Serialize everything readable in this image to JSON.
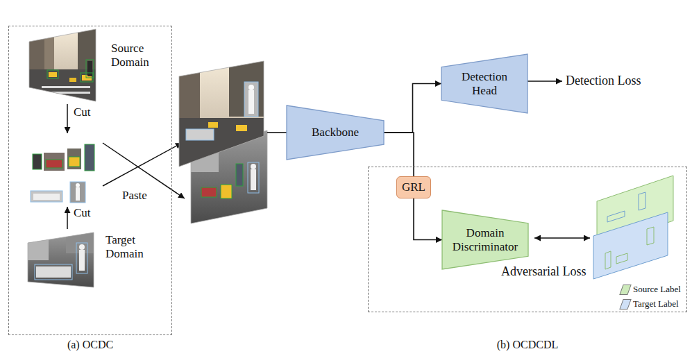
{
  "diagram": {
    "nodes": [
      {
        "text": [
          "(a) OCDC"
        ]
      },
      {
        "text": [
          "(b) OCDCDL"
        ]
      },
      {
        "text": [
          "Backbone"
        ]
      },
      {
        "text": [
          "Detection Head"
        ]
      },
      {
        "text": [
          "GRL"
        ],
        "in": 1
      },
      {
        "text": [
          "Domain Discriminator"
        ],
        "in": 1
      }
    ],
    "edges": [
      {
        "from": 2,
        "to": 3,
        "arrow": "to"
      },
      {
        "from": 2,
        "to": 4,
        "arrow": "none"
      },
      {
        "from": 4,
        "to": 5,
        "arrow": "to"
      }
    ],
    "labels": [
      "Source Domain",
      "Cut",
      "Cut",
      "Paste",
      "Target Domain",
      "Detection Loss",
      "Adversarial Loss"
    ],
    "legend": [
      {
        "text": "Source Label",
        "color": "#cdeabb"
      },
      {
        "text": "Target Label",
        "color": "#cfe0f6"
      }
    ]
  }
}
